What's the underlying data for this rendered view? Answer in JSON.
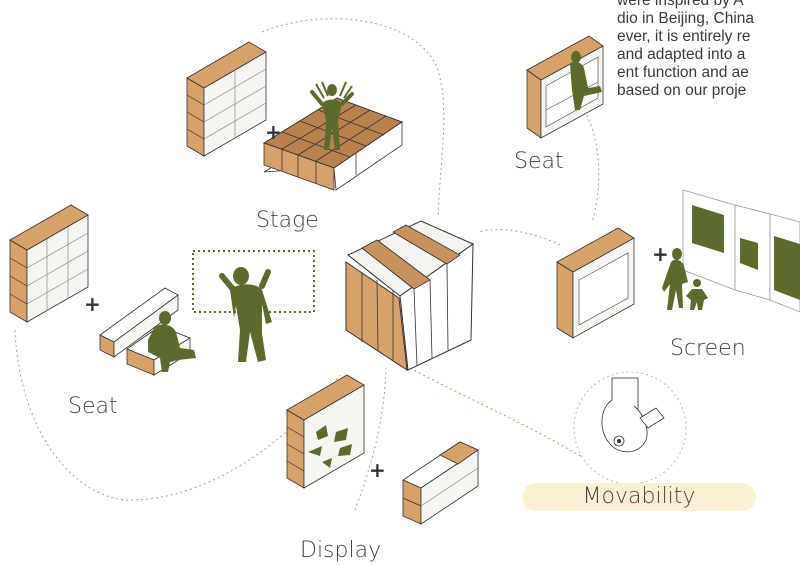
{
  "labels": {
    "stage": "Stage",
    "seat_top": "Seat",
    "seat_left": "Seat",
    "screen": "Screen",
    "display": "Display",
    "movability": "Movability"
  },
  "paragraph": {
    "lines": [
      "were inspired by A",
      "dio in Beijing, China",
      "ever, it is entirely re",
      "and adapted into a",
      "ent function and ae",
      "based on our proje"
    ]
  },
  "plus_sign": "+",
  "colors": {
    "wood": "#d6a26a",
    "wood_dark": "#b9824c",
    "figure": "#5a6b2c",
    "frame": "#f6f6f1",
    "pill": "#fbf1d2",
    "connector": "#b0a080",
    "connector_orange": "#d58a4a"
  }
}
